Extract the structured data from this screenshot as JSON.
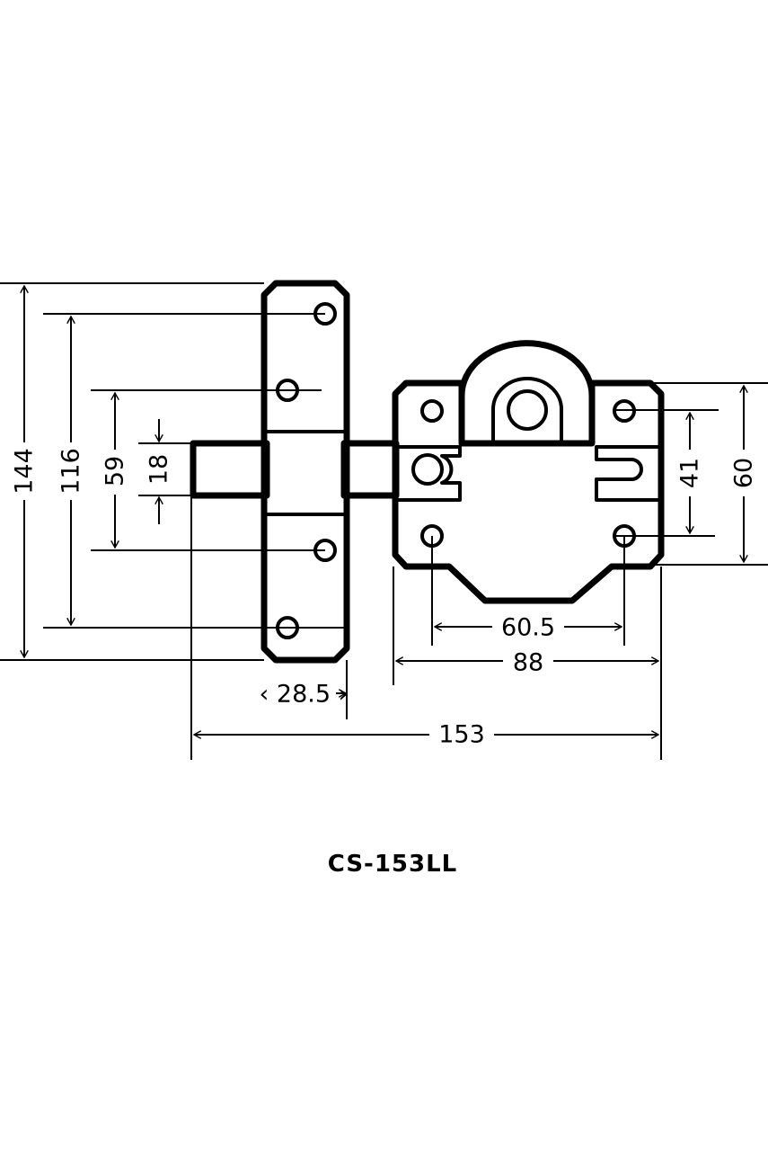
{
  "model_label": "CS-153LL",
  "dimensions": {
    "overall_height": "144",
    "hole_spacing_outer": "116",
    "hole_spacing_inner": "59",
    "bolt_height": "18",
    "plate_width": "‹ 28.5 ›",
    "overall_length": "153",
    "lock_body_width": "88",
    "lock_hole_spacing_h": "60.5",
    "lock_hole_spacing_v": "41",
    "lock_plate_height": "60"
  }
}
